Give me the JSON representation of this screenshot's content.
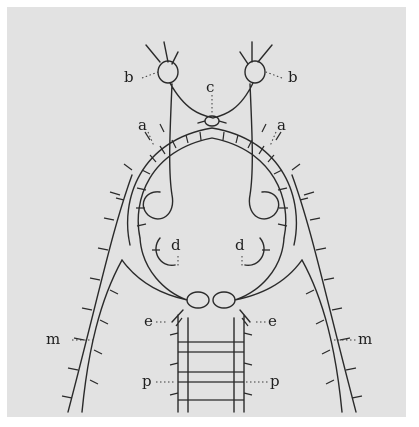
{
  "figure": {
    "labels": {
      "b_left": "b",
      "b_right": "b",
      "c": "c",
      "a_left": "a",
      "a_right": "a",
      "d_left": "d",
      "d_right": "d",
      "m_left": "m",
      "m_right": "m",
      "e_left": "e",
      "e_right": "e",
      "p_left": "p",
      "p_right": "p"
    },
    "colors": {
      "background": "#e2e2e2",
      "ink": "#2a2a2a"
    }
  }
}
